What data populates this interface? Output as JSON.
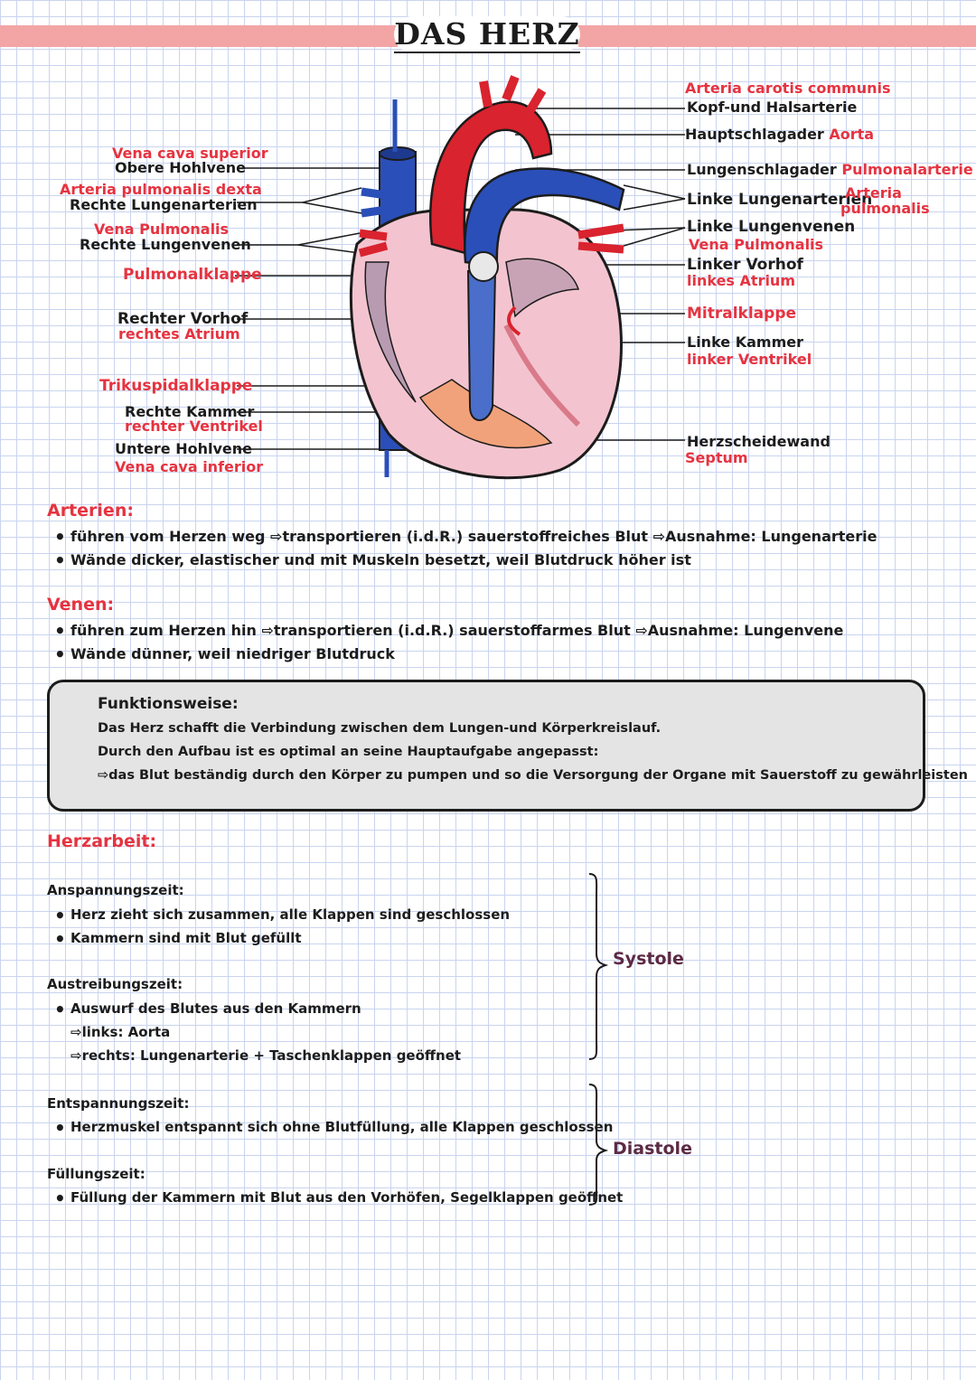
{
  "title": "DAS HERZ",
  "labels_left": {
    "vena_cava_superior": "Vena cava superior",
    "obere_hohlvene": "Obere Hohlvene",
    "arteria_pulmonalis_dexta": "Arteria pulmonalis dexta",
    "rechte_lungenarterien": "Rechte Lungenarterien",
    "vena_pulmonalis": "Vena Pulmonalis",
    "rechte_lungenvenen": "Rechte Lungenvenen",
    "pulmonalklappe": "Pulmonalklappe",
    "rechter_vorhof": "Rechter Vorhof",
    "rechtes_atrium": "rechtes Atrium",
    "trikuspidalklappe": "Trikuspidalklappe",
    "rechte_kammer": "Rechte Kammer",
    "rechter_ventrikel": "rechter Ventrikel",
    "untere_hohlvene": "Untere Hohlvene",
    "vena_cava_inferior": "Vena cava inferior"
  },
  "labels_right": {
    "arteria_carotis": "Arteria carotis communis",
    "kopf_halsarterie": "Kopf-und Halsarterie",
    "hauptschlagader": "Hauptschlagader",
    "aorta": "Aorta",
    "lungenschlagader": "Lungenschlagader",
    "pulmonalarterie": "Pulmonalarterie",
    "linke_lungenarterien": "Linke Lungenarterien",
    "arteria_pulmonalis_1": "Arteria",
    "arteria_pulmonalis_2": "pulmonalis",
    "linke_lungenvenen": "Linke Lungenvenen",
    "vena_pulmonalis": "Vena Pulmonalis",
    "linker_vorhof": "Linker Vorhof",
    "linkes_atrium": "linkes Atrium",
    "mitralklappe": "Mitralklappe",
    "linke_kammer": "Linke Kammer",
    "linker_ventrikel": "linker Ventrikel",
    "herzscheidewand": "Herzscheidewand",
    "septum": "Septum"
  },
  "arterien": {
    "heading": "Arterien:",
    "b1_a": "führen vom Herzen weg",
    "b1_b": "transportieren (i.d.R.) sauerstoffreiches Blut",
    "b1_c": "Ausnahme: Lungenarterie",
    "b2": "Wände dicker, elastischer und mit Muskeln besetzt, weil Blutdruck höher ist"
  },
  "venen": {
    "heading": "Venen:",
    "b1_a": "führen zum Herzen hin",
    "b1_b": "transportieren (i.d.R.) sauerstoffarmes Blut",
    "b1_c": "Ausnahme: Lungenvene",
    "b2": "Wände dünner, weil niedriger Blutdruck"
  },
  "funktionsweise": {
    "heading": "Funktionsweise:",
    "line1": "Das Herz schafft die Verbindung zwischen dem Lungen-und Körperkreislauf.",
    "line2": "Durch den Aufbau ist es optimal an seine Hauptaufgabe angepasst:",
    "line3": "das Blut beständig durch den Körper zu pumpen und so die Versorgung der Organe mit Sauerstoff zu gewährleisten"
  },
  "herzarbeit": {
    "heading": "Herzarbeit:",
    "anspannung": {
      "title": "Anspannungszeit:",
      "b1": "Herz zieht sich zusammen, alle Klappen sind geschlossen",
      "b2": "Kammern sind mit Blut gefüllt"
    },
    "austreibung": {
      "title": "Austreibungszeit:",
      "b1": "Auswurf des Blutes aus den Kammern",
      "s1": "links: Aorta",
      "s2": "rechts: Lungenarterie + Taschenklappen geöffnet"
    },
    "entspannung": {
      "title": "Entspannungszeit:",
      "b1": "Herzmuskel entspannt sich ohne Blutfüllung, alle Klappen geschlossen"
    },
    "fuellung": {
      "title": "Füllungszeit:",
      "b1": "Füllung der Kammern mit Blut aus den Vorhöfen, Segelklappen geöffnet"
    },
    "systole": "Systole",
    "diastole": "Diastole"
  },
  "colors": {
    "accent_red": "#e63340",
    "vein_blue": "#2a4fb8",
    "artery_red": "#d9232e",
    "header_pink": "#f3a5a5"
  }
}
